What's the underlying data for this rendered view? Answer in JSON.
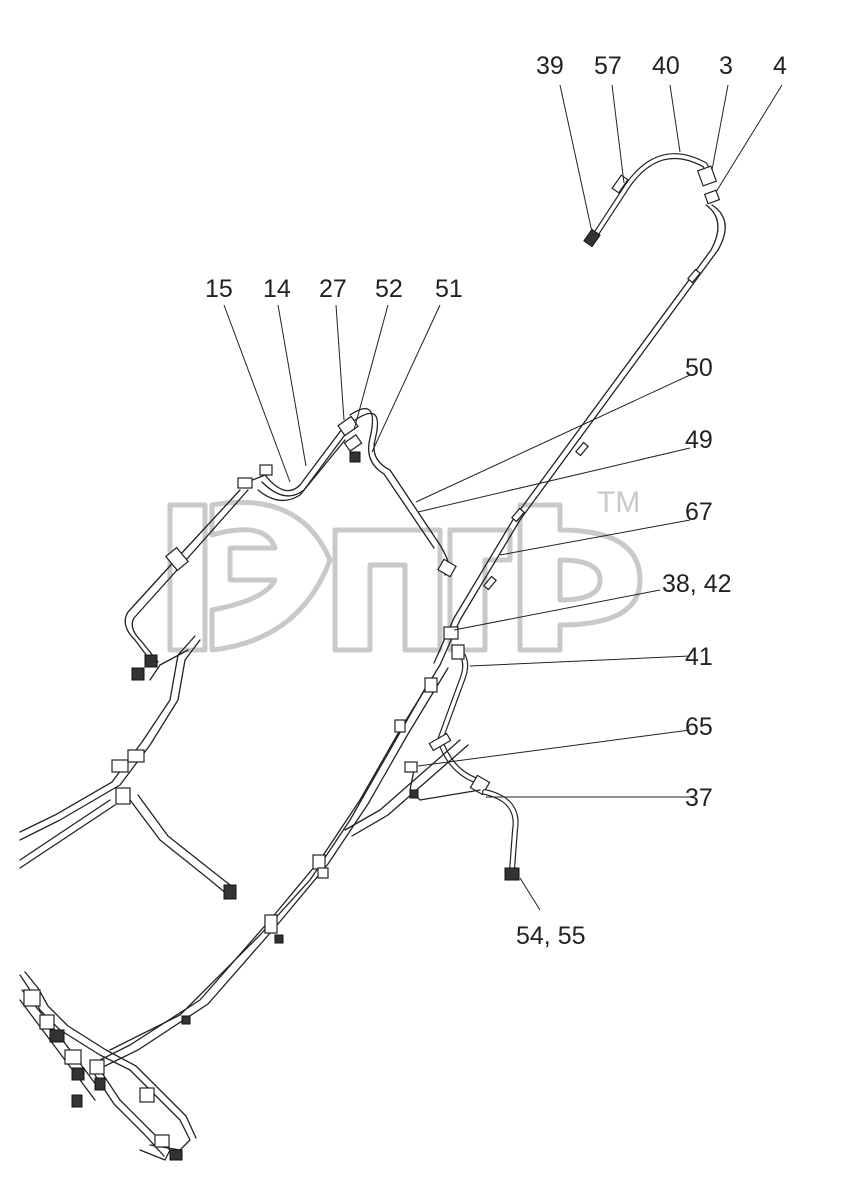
{
  "diagram": {
    "type": "parts-diagram",
    "watermark": {
      "text": "TM"
    },
    "callouts": [
      "39",
      "57",
      "40",
      "3",
      "4",
      "15",
      "14",
      "27",
      "52",
      "51",
      "50",
      "49",
      "67",
      "38, 42",
      "41",
      "65",
      "37",
      "54, 55"
    ]
  }
}
